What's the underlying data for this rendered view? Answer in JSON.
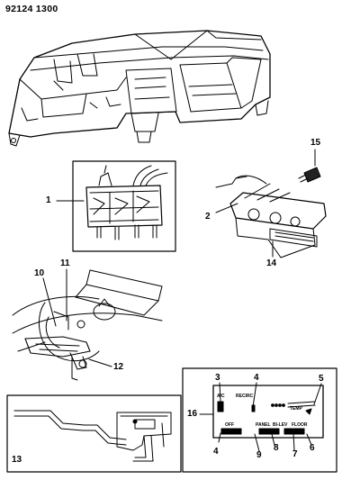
{
  "document": {
    "number": "92124 1300"
  },
  "callouts": {
    "c1": "1",
    "c2": "2",
    "c3": "3",
    "c4a": "4",
    "c4b": "4",
    "c5": "5",
    "c6": "6",
    "c7": "7",
    "c8": "8",
    "c9": "9",
    "c10": "10",
    "c11": "11",
    "c12": "12",
    "c13": "13",
    "c14": "14",
    "c15": "15",
    "c16": "16"
  },
  "control_panel_labels": {
    "ac": "A/C",
    "recirc": "RECIRC",
    "temp": "TEMP",
    "panel": "PANEL",
    "bilev": "BI-LEV",
    "floor": "FLOOR",
    "off": "OFF"
  }
}
